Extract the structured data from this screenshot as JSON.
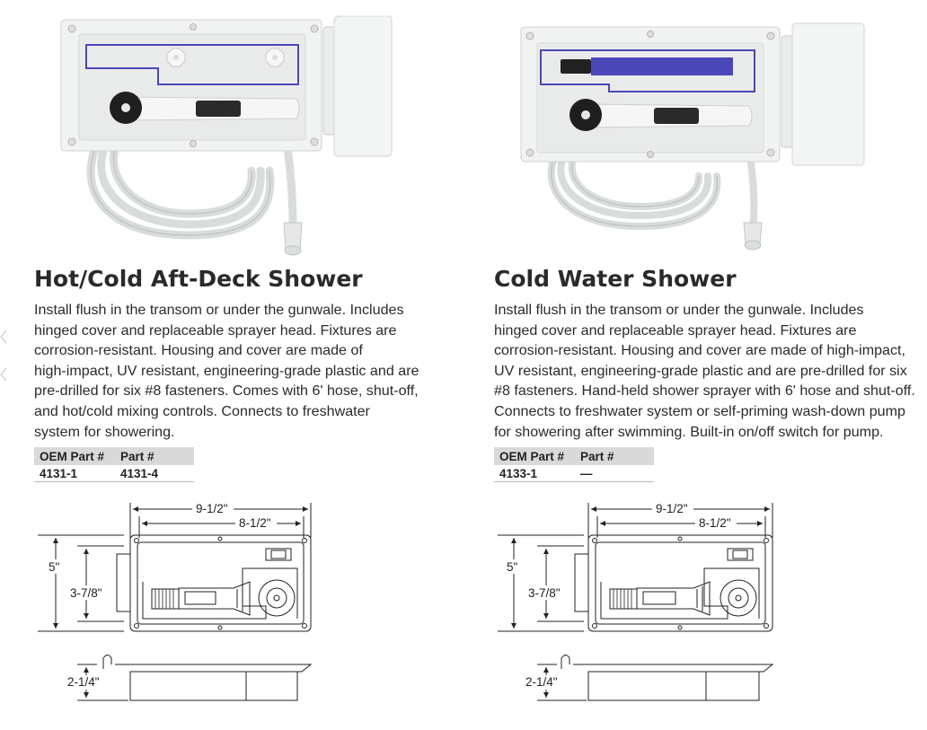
{
  "products": [
    {
      "title": "Hot/Cold Aft-Deck Shower",
      "description_lines": [
        "Install flush in the transom or under the gunwale. Includes",
        "hinged cover and replaceable sprayer head. Fixtures are",
        "corrosion-resistant. Housing and cover are made of",
        "high-impact, UV resistant, engineering-grade plastic and are",
        "pre-drilled for six #8 fasteners. Comes with 6' hose, shut-off,",
        "and hot/cold mixing controls. Connects to freshwater",
        "system for showering."
      ],
      "table": {
        "headers": [
          "OEM Part #",
          "Part #"
        ],
        "row": [
          "4131-1",
          "4131-4"
        ]
      },
      "dims": {
        "outer_width": "9-1/2\"",
        "inner_width": "8-1/2\"",
        "height": "5\"",
        "inner_height": "3-7/8\"",
        "depth": "2-1/4\""
      }
    },
    {
      "title": "Cold Water Shower",
      "description_lines": [
        "Install flush in the transom or under the gunwale. Includes",
        "hinged cover and replaceable sprayer head. Fixtures are",
        "corrosion-resistant. Housing and cover are made of high-impact,",
        "UV resistant, engineering-grade plastic and are pre-drilled for six",
        "#8 fasteners. Hand-held shower sprayer with 6' hose and shut-off.",
        "Connects to freshwater system or self-priming wash-down pump",
        "for showering after swimming. Built-in on/off switch for pump."
      ],
      "table": {
        "headers": [
          "OEM Part #",
          "Part #"
        ],
        "row": [
          "4133-1",
          "—"
        ]
      },
      "dims": {
        "outer_width": "9-1/2\"",
        "inner_width": "8-1/2\"",
        "height": "5\"",
        "inner_height": "3-7/8\"",
        "depth": "2-1/4\""
      }
    }
  ],
  "colors": {
    "accent_blue": "#4a48b8",
    "plastic": "#f2f2f2",
    "text": "#2b2b2b",
    "table_header": "#d9d9d9"
  }
}
